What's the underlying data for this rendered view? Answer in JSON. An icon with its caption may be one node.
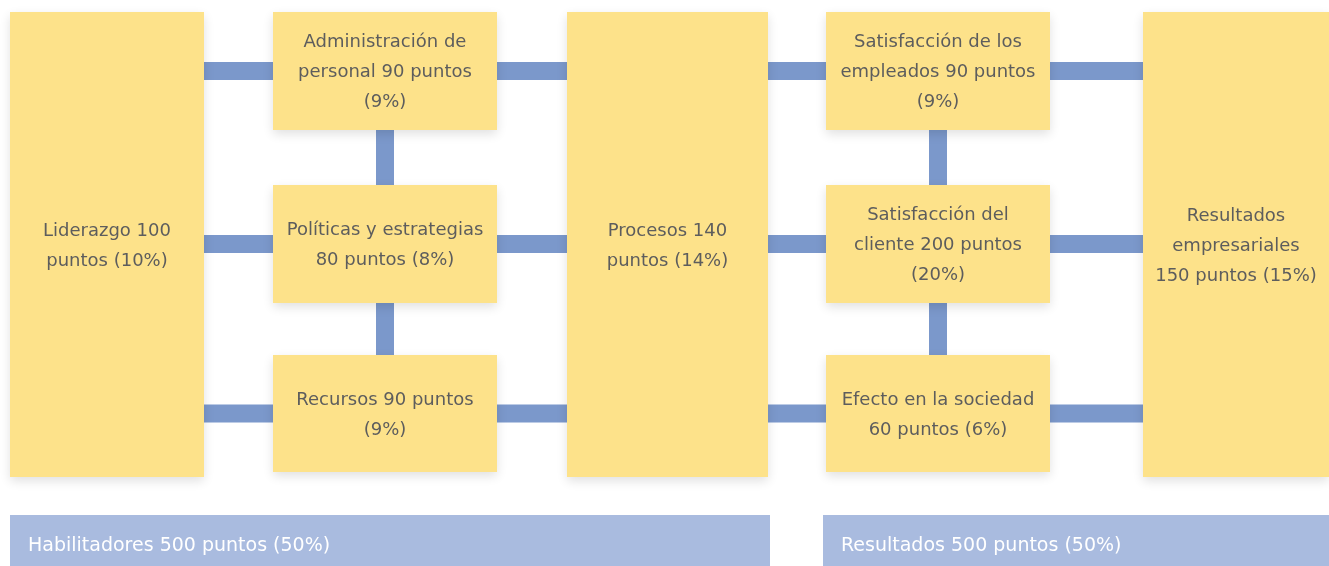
{
  "diagram": {
    "nodes": [
      {
        "text": [
          "Liderazgo 100 puntos (10%)"
        ]
      },
      {
        "text": [
          "Administración de personal 90 puntos (9%)"
        ]
      },
      {
        "text": [
          "Políticas y estrategias 80 puntos (8%)"
        ]
      },
      {
        "text": [
          "Recursos 90 puntos (9%)"
        ]
      },
      {
        "text": [
          "Procesos 140 puntos (14%)"
        ]
      },
      {
        "text": [
          "Satisfacción de los empleados 90 puntos (9%)"
        ]
      },
      {
        "text": [
          "Satisfacción del cliente 200 puntos (20%)"
        ]
      },
      {
        "text": [
          "Efecto en la sociedad 60 puntos (6%)"
        ]
      },
      {
        "text": [
          "Resultados empresariales 150 puntos (15%)"
        ]
      },
      {
        "text": [
          "Habilitadores 500 puntos (50%)"
        ]
      },
      {
        "text": [
          "Resultados 500 puntos (50%)"
        ]
      }
    ],
    "edges": [
      {
        "from": 0,
        "to": 1,
        "arrow": "none"
      },
      {
        "from": 0,
        "to": 2,
        "arrow": "none"
      },
      {
        "from": 0,
        "to": 3,
        "arrow": "none"
      },
      {
        "from": 1,
        "to": 2,
        "arrow": "none"
      },
      {
        "from": 2,
        "to": 3,
        "arrow": "none"
      },
      {
        "from": 1,
        "to": 4,
        "arrow": "none"
      },
      {
        "from": 2,
        "to": 4,
        "arrow": "none"
      },
      {
        "from": 3,
        "to": 4,
        "arrow": "none"
      },
      {
        "from": 4,
        "to": 5,
        "arrow": "none"
      },
      {
        "from": 4,
        "to": 6,
        "arrow": "none"
      },
      {
        "from": 4,
        "to": 7,
        "arrow": "none"
      },
      {
        "from": 5,
        "to": 6,
        "arrow": "none"
      },
      {
        "from": 6,
        "to": 7,
        "arrow": "none"
      },
      {
        "from": 5,
        "to": 8,
        "arrow": "none"
      },
      {
        "from": 6,
        "to": 8,
        "arrow": "none"
      },
      {
        "from": 7,
        "to": 8,
        "arrow": "none"
      }
    ]
  }
}
